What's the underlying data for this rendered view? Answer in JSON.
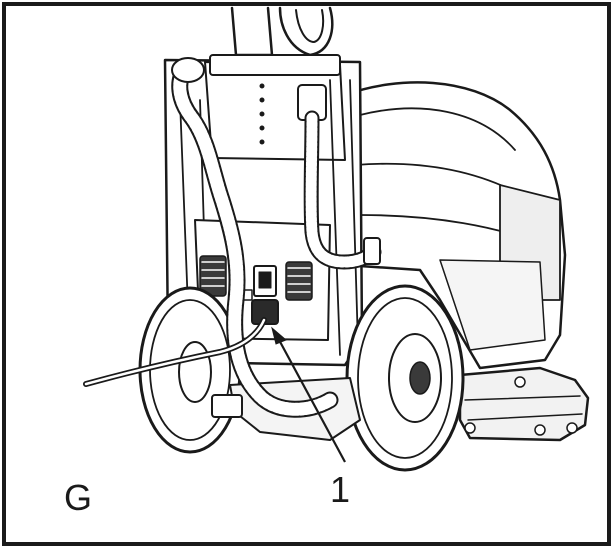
{
  "figure": {
    "panel_letter": "G",
    "callouts": [
      {
        "number": "1",
        "target": "charger-connector-socket"
      }
    ]
  }
}
